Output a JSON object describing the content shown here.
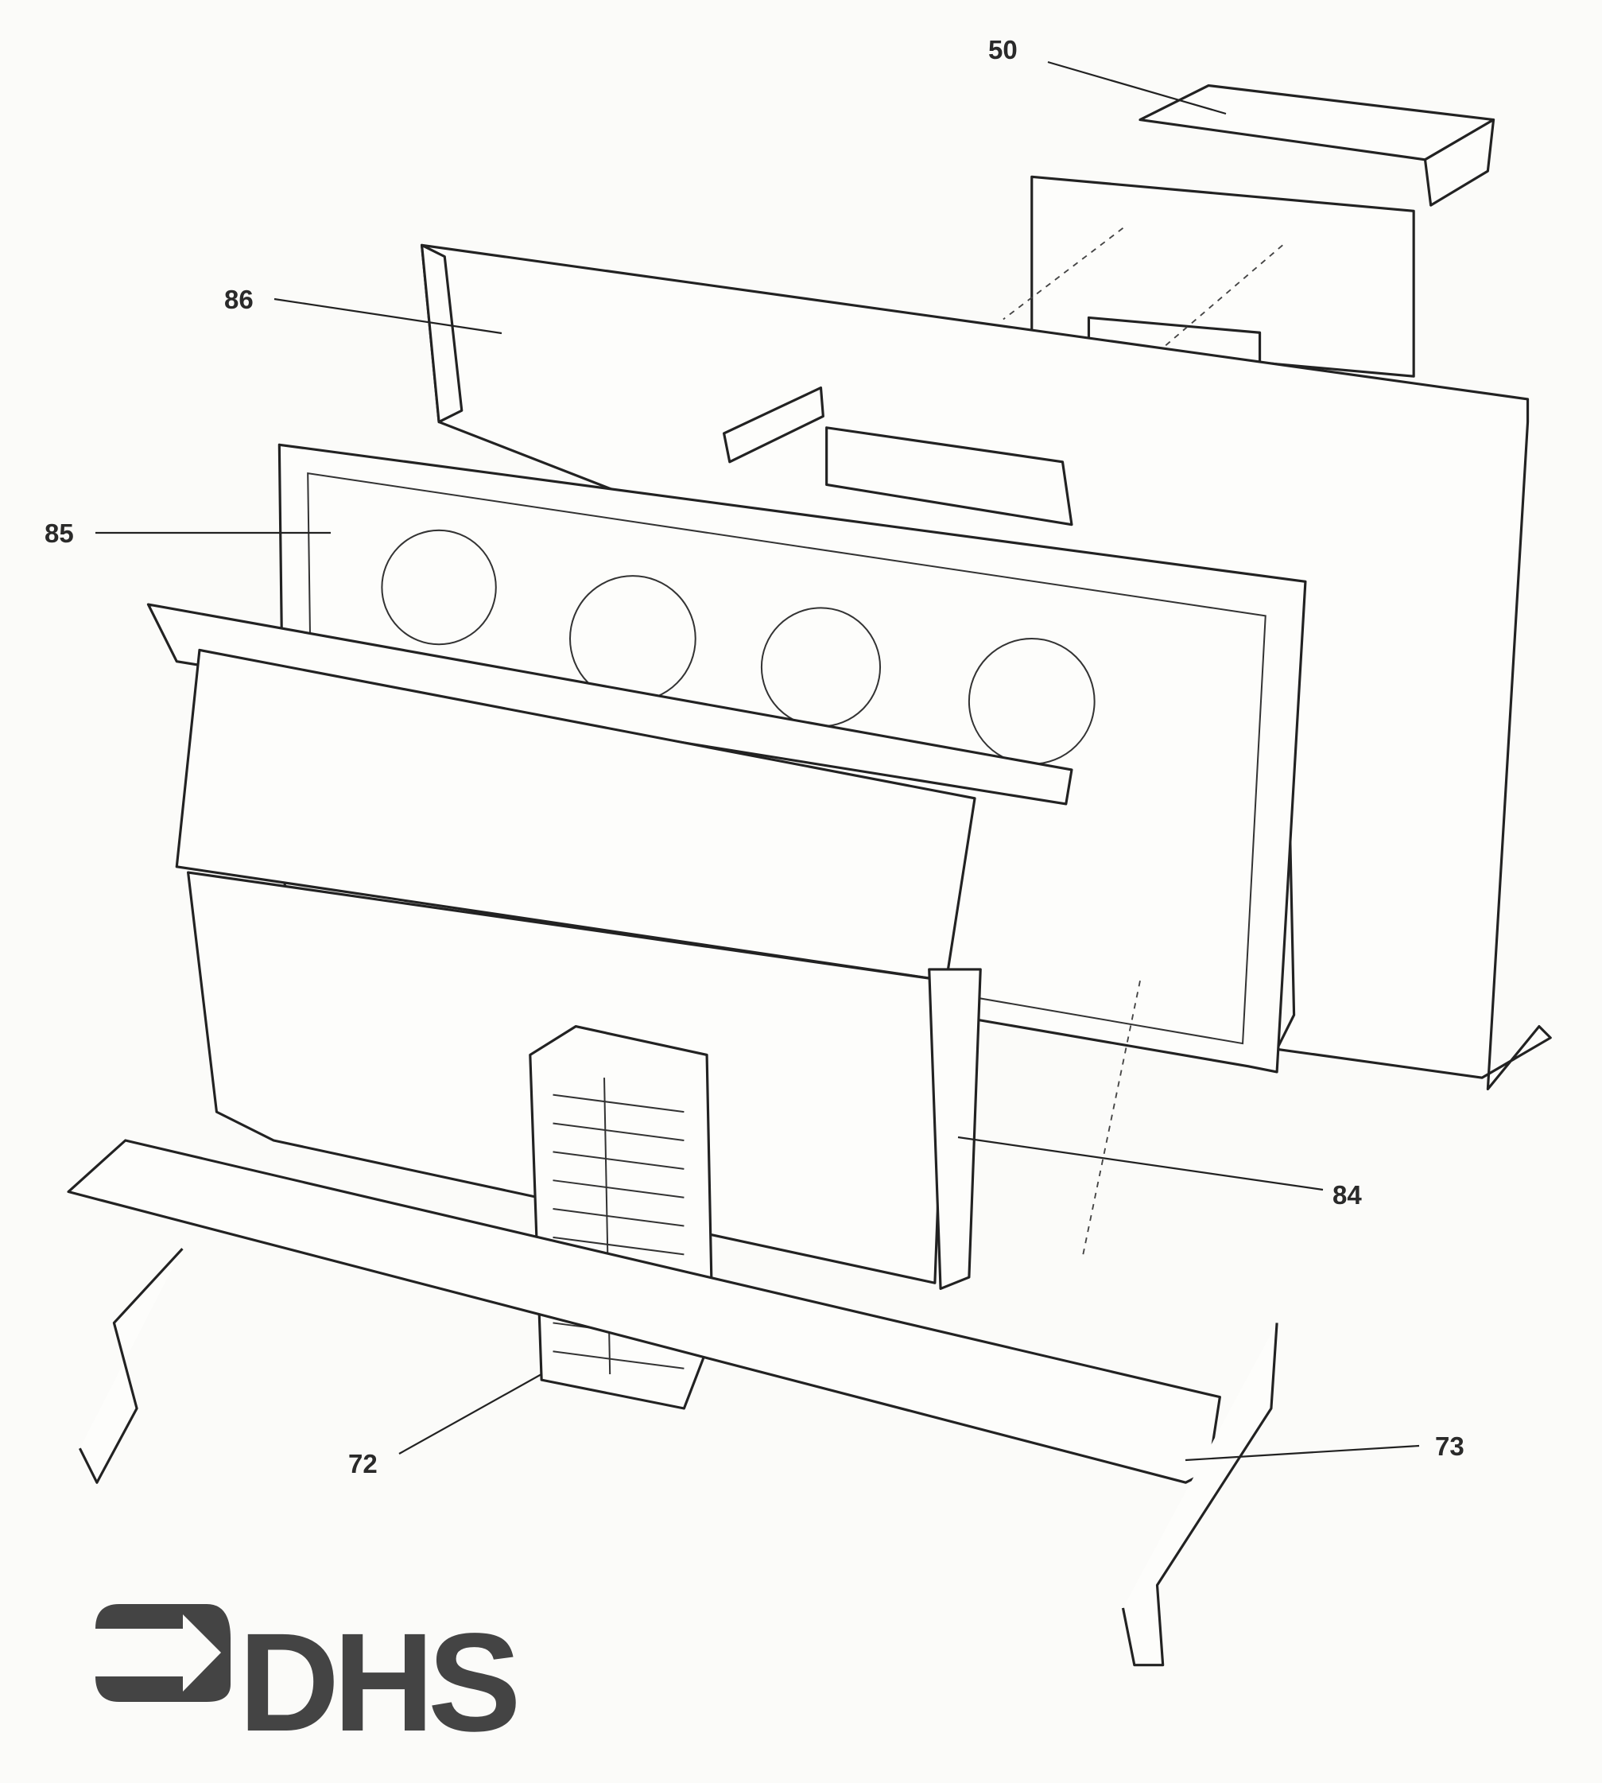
{
  "diagram": {
    "callouts": [
      {
        "id": "50"
      },
      {
        "id": "86"
      },
      {
        "id": "85"
      },
      {
        "id": "84"
      },
      {
        "id": "72"
      },
      {
        "id": "73"
      }
    ]
  },
  "logo": {
    "text": "DHS"
  }
}
